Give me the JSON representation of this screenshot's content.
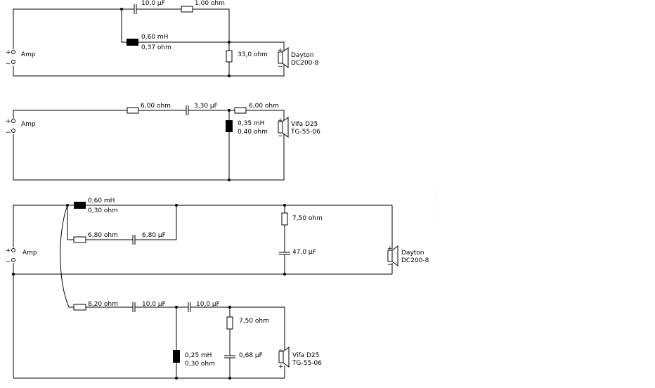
{
  "circuit_1": {
    "amp_label": "Amp",
    "amp_plus": "+",
    "amp_minus": "−",
    "series_cap": "10,0 µF",
    "series_res": "1,00 ohm",
    "inductor_l": "0,60 mH",
    "inductor_r": "0,37 ohm",
    "shunt_res": "33,0 ohm",
    "speaker_name_1": "Dayton",
    "speaker_name_2": "DC200-8",
    "speaker_plus": "+",
    "speaker_minus": "−"
  },
  "circuit_2": {
    "amp_label": "Amp",
    "amp_plus": "+",
    "amp_minus": "−",
    "series_res_1": "6,00 ohm",
    "series_cap": "3,30 µF",
    "series_res_2": "6,00 ohm",
    "inductor_l": "0,35 mH",
    "inductor_r": "0,40 ohm",
    "speaker_name_1": "Vifa D25",
    "speaker_name_2": "TG-55-06",
    "speaker_plus": "+",
    "speaker_minus": "−"
  },
  "circuit_3": {
    "amp_label": "Amp",
    "amp_plus": "+",
    "amp_minus": "−",
    "top_inductor_l": "0,60 mH",
    "top_inductor_r": "0,30 ohm",
    "parallel_res": "6,80 ohm",
    "parallel_cap": "6,80 µF",
    "zobel_res": "7,50 ohm",
    "zobel_cap": "47,0 µF",
    "woofer_name_1": "Dayton",
    "woofer_name_2": "DC200-8",
    "tweeter_res": "8,20 ohm",
    "tweeter_cap_1": "10,0 µF",
    "tweeter_cap_2": "10,0 µF",
    "tweeter_inductor_l": "0,25 mH",
    "tweeter_inductor_r": "0,30 ohm",
    "tweeter_zobel_res": "7,50 ohm",
    "tweeter_zobel_cap": "0,68 µF",
    "tweeter_name_1": "Vifa D25",
    "tweeter_name_2": "TG-55-06",
    "speaker_plus": "+",
    "speaker_minus": "−"
  }
}
